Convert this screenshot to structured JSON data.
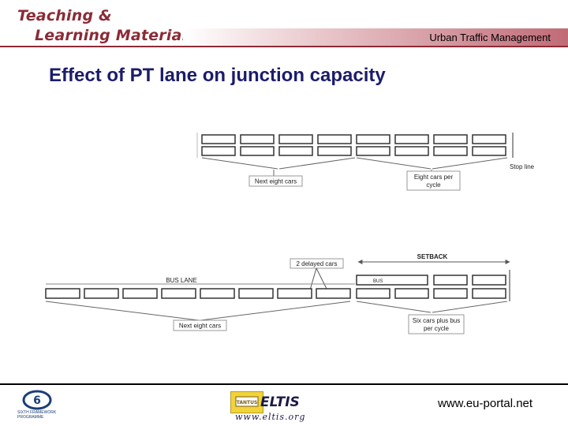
{
  "header": {
    "brand_line1": "Teaching &",
    "brand_line2": "Learning Materials",
    "section_title": "Urban Traffic Management"
  },
  "slide": {
    "title": "Effect of PT lane on junction capacity"
  },
  "diagram": {
    "top": {
      "stop_line_label": "Stop line",
      "next_cars_label": "Next eight cars",
      "cycle_label_line1": "Eight cars per",
      "cycle_label_line2": "cycle"
    },
    "bottom": {
      "delayed_label": "2 delayed cars",
      "setback_label": "SETBACK",
      "bus_lane_label": "BUS LANE",
      "bus_label": "BUS",
      "next_cars_label": "Next eight cars",
      "cycle_label_line1": "Six cars plus bus",
      "cycle_label_line2": "per cycle"
    }
  },
  "footer": {
    "left_logo_caption": "SIXTH FRAMEWORK PROGRAMME",
    "eltis_name": "ELTIS",
    "eltis_badge": "TANTUS",
    "eltis_url": "www.eltis.org",
    "url": "www.eu-portal.net"
  },
  "colors": {
    "brand": "#8b2b36",
    "title": "#1c1c6b",
    "diagram_line": "#555555"
  }
}
